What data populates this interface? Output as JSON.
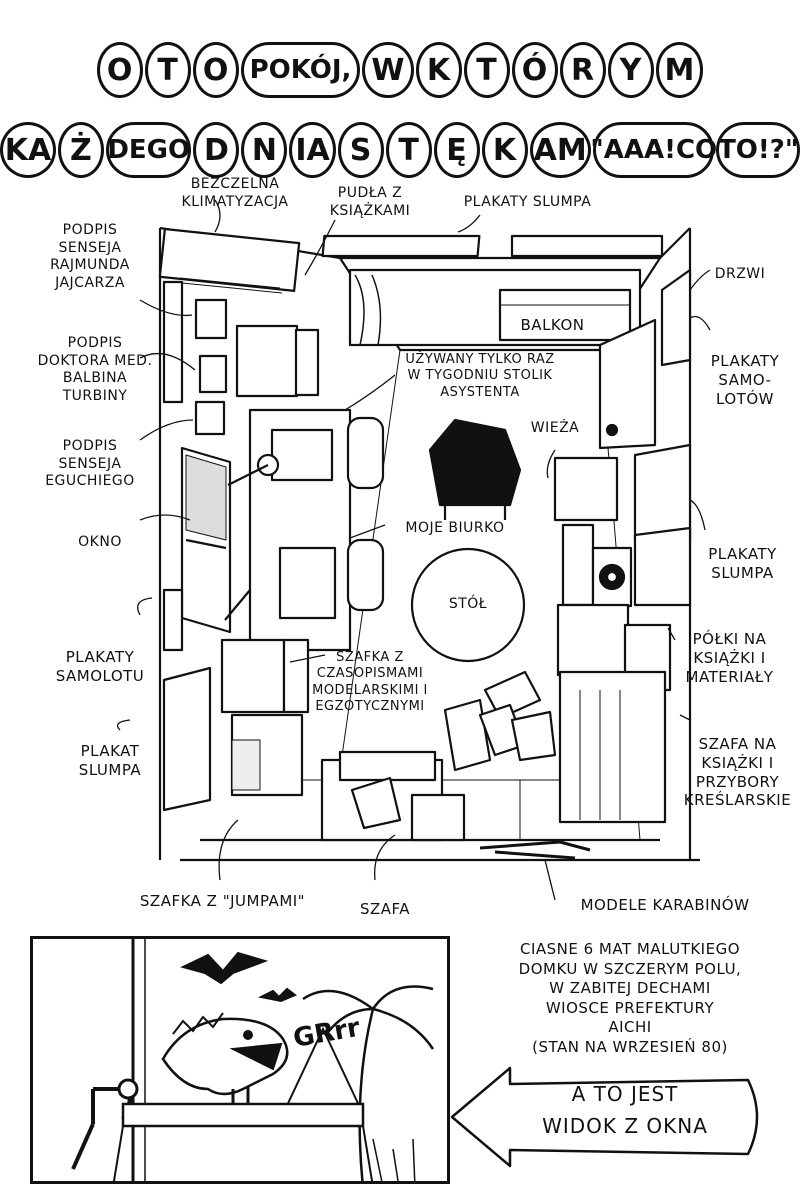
{
  "title": {
    "line1": [
      "O",
      "T",
      "O",
      "POKÓJ,",
      "W",
      "K",
      "T",
      "Ó",
      "R",
      "Y",
      "M"
    ],
    "line2": [
      "KA",
      "Ż",
      "DEGO",
      "D",
      "N",
      "IA",
      "S",
      "T",
      "Ę",
      "K",
      "AM",
      "\"AAA!CO",
      "TO!?\""
    ]
  },
  "labels": {
    "klimatyzacja": "BEZCZELNA\nKLIMATYZACJA",
    "pudla": "PUDŁA Z\nKSIĄŻKAMI",
    "plakaty_slumpa_top": "PLAKATY SLUMPA",
    "podpis_rajmunda": "PODPIS\nSENSEJA\nRAJMUNDA\nJAJCARZA",
    "drzwi": "DRZWI",
    "balkon": "BALKON",
    "podpis_balbina": "PODPIS\nDOKTORA MED.\nBALBINA\nTURBINY",
    "stolik": "UŻYWANY TYLKO RAZ\nW TYGODNIU STOLIK\nASYSTENTA",
    "plakaty_samolotow": "PLAKATY\nSAMO-\nLOTÓW",
    "podpis_eguchi": "PODPIS\nSENSEJA\nEGUCHIEGO",
    "wieza": "WIEŻA",
    "okno": "OKNO",
    "biurko": "MOJE BIURKO",
    "plakaty_slumpa_right": "PLAKATY\nSLUMPA",
    "stol": "STÓŁ",
    "plakaty_samolotu": "PLAKATY\nSAMOLOTU",
    "szafka_czasopisma": "SZAFKA Z\nCZASOPISMAMI\nMODELARSKIMI I\nEGZOTYCZNYMI",
    "polki": "PÓŁKI NA\nKSIĄŻKI I\nMATERIAŁY",
    "plakat_slumpa": "PLAKAT\nSLUMPA",
    "szafa_ksiazki": "SZAFA NA\nKSIĄŻKI I\nPRZYBORY\nKREŚLARSKIE",
    "szafka_jump": "SZAFKA Z \"JUMPAMI\"",
    "szafa": "SZAFA",
    "modele": "MODELE KARABINÓW"
  },
  "caption": "CIASNE 6 MAT MALUTKIEGO\nDOMKU W SZCZERYM POLU,\nW ZABITEJ DECHAMI\nWIOSCE PREFEKTURY\nAICHI\n(STAN NA WRZESIEŃ 80)",
  "arrow_text": "A TO JEST\nWIDOK Z OKNA",
  "panel": {
    "sfx": "GRrr"
  }
}
